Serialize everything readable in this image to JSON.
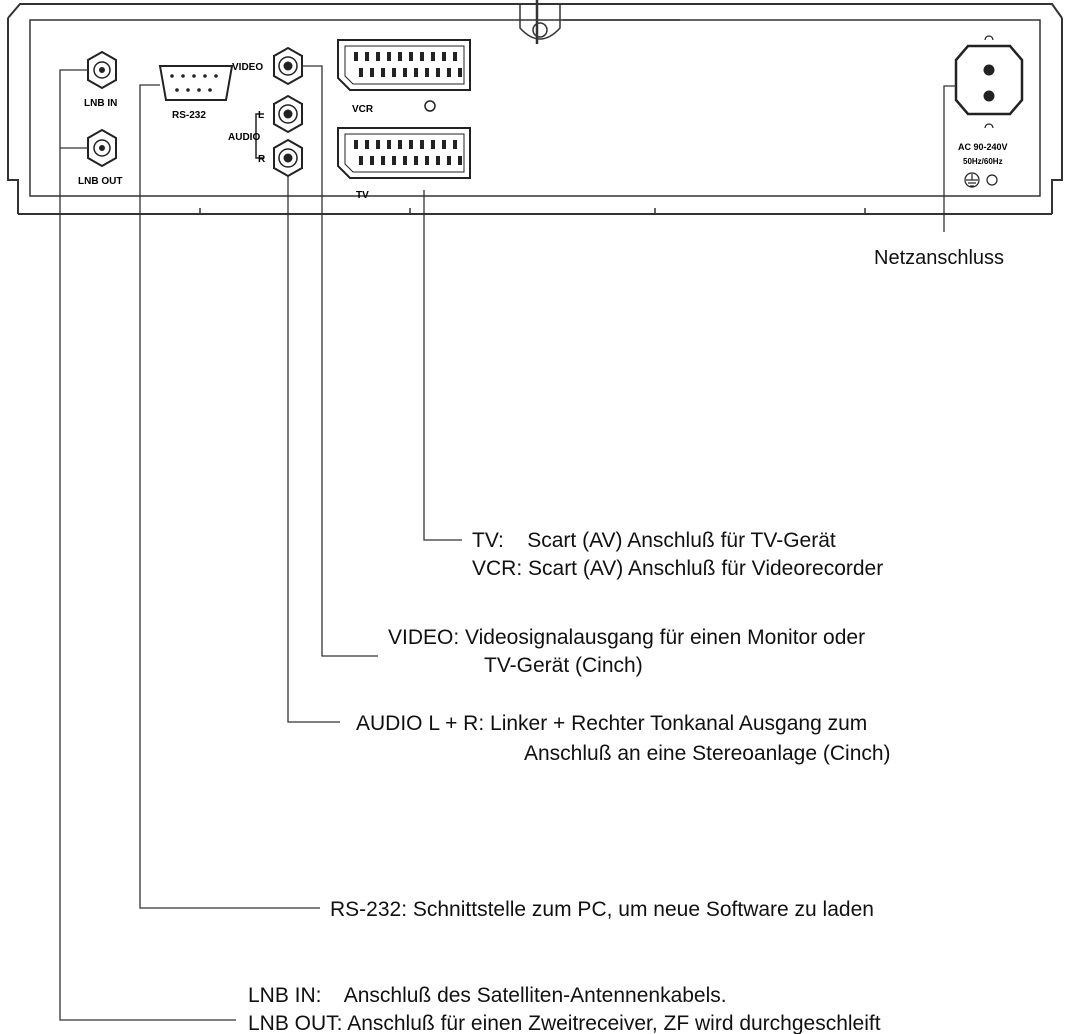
{
  "panel": {
    "labels": {
      "lnb_in": "LNB IN",
      "lnb_out": "LNB OUT",
      "rs232": "RS-232",
      "video": "VIDEO",
      "audio": "AUDIO",
      "audio_l": "L",
      "audio_r": "R",
      "vcr": "VCR",
      "tv": "TV",
      "ac_voltage": "AC 90-240V",
      "ac_freq": "50Hz/60Hz"
    }
  },
  "callouts": {
    "power": "Netzanschluss",
    "tv_line": "TV:    Scart (AV) Anschluß für TV-Gerät",
    "vcr_line": "VCR: Scart (AV) Anschluß für Videorecorder",
    "video_line1": "VIDEO: Videosignalausgang für einen Monitor oder",
    "video_line2": "TV-Gerät (Cinch)",
    "audio_line1": "AUDIO L + R: Linker + Rechter Tonkanal Ausgang zum",
    "audio_line2": "Anschluß an eine Stereoanlage (Cinch)",
    "rs232_line": "RS-232: Schnittstelle zum PC, um neue Software zu laden",
    "lnb_in_line": "LNB IN:    Anschluß des Satelliten-Antennenkabels.",
    "lnb_out_line": "LNB OUT: Anschluß für einen Zweitreceiver, ZF wird durchgeschleift"
  }
}
